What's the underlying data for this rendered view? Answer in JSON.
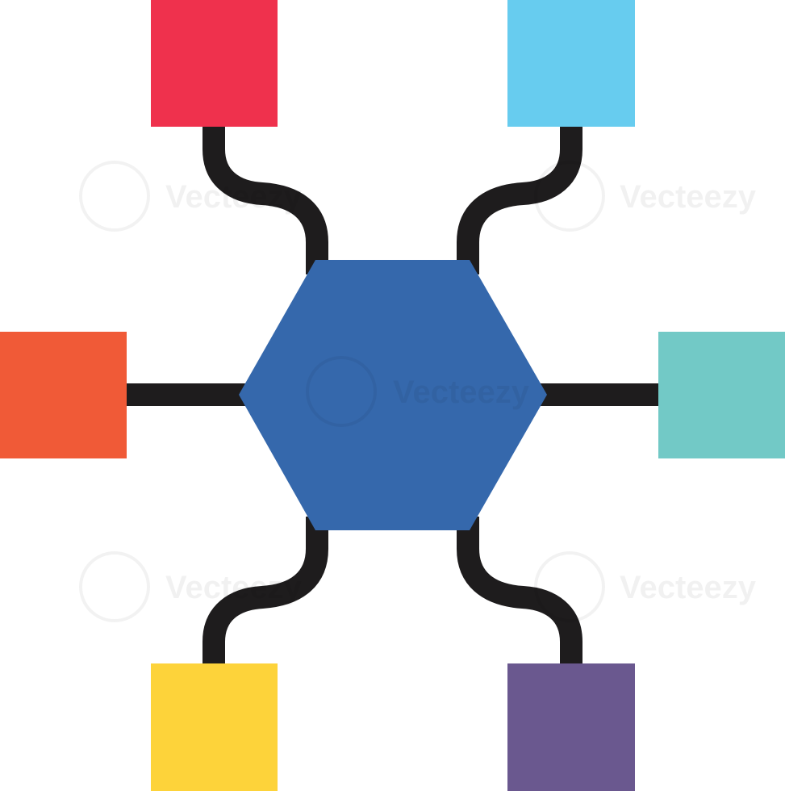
{
  "diagram": {
    "type": "hub-and-spoke",
    "hub": {
      "shape": "hexagon",
      "color": "#3568AC"
    },
    "connector_color": "#1E1C1D",
    "nodes": [
      {
        "id": "top-left",
        "shape": "square",
        "color": "#EF314D"
      },
      {
        "id": "top-right",
        "shape": "square",
        "color": "#67CCEF"
      },
      {
        "id": "middle-left",
        "shape": "square",
        "color": "#F05A37"
      },
      {
        "id": "middle-right",
        "shape": "square",
        "color": "#72C9C6"
      },
      {
        "id": "bottom-left",
        "shape": "square",
        "color": "#FDD33A"
      },
      {
        "id": "bottom-right",
        "shape": "square",
        "color": "#6A588F"
      }
    ]
  },
  "watermark": {
    "brand_text": "Vecteezy"
  }
}
